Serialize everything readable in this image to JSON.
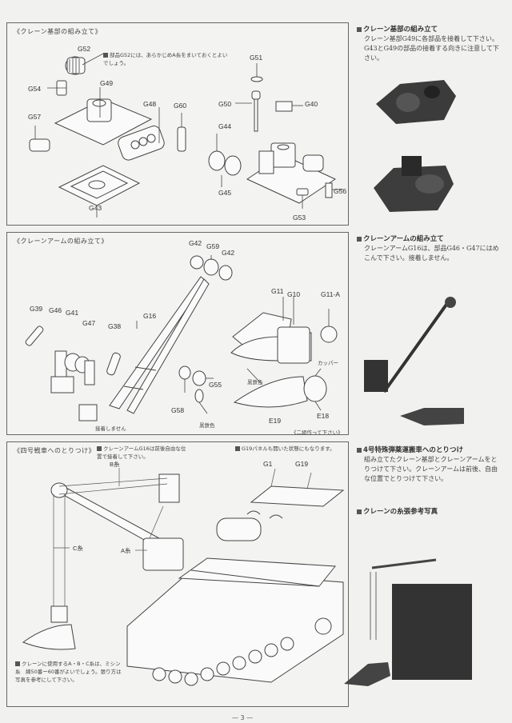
{
  "page_number": "— 3 —",
  "panels": {
    "crane_base": {
      "title": "《クレーン基部の組み立て》",
      "note": "部品G52には、あらかじめA糸をまいておくとよいでしょう。",
      "parts": [
        "G52",
        "G54",
        "G49",
        "G48",
        "G60",
        "G57",
        "G43",
        "G51",
        "G50",
        "G40",
        "G44",
        "G45",
        "G56",
        "G53"
      ]
    },
    "crane_arm": {
      "title": "《クレーンアームの組み立て》",
      "parts": [
        "G42",
        "G59",
        "G42",
        "G39",
        "G46",
        "G41",
        "G47",
        "G38",
        "G16",
        "G55",
        "G58",
        "G11",
        "G10",
        "G11-A",
        "E18",
        "E19"
      ],
      "no_glue": "接着しません",
      "color_gunmetal_1": "黒鉄色",
      "color_gunmetal_2": "黒鉄色",
      "color_copper": "カッパー",
      "make_two": "《二組作って下さい》"
    },
    "attach_to_tank": {
      "title": "《四号戦車へのとりつけ》",
      "note1": "クレーンアームG16は前後自由な位置で接着して下さい。",
      "note2": "G19パネルも開いた状態にもなります。",
      "string_labels": {
        "a": "A糸",
        "b": "B糸",
        "c": "C糸"
      },
      "parts": [
        "G1",
        "G19"
      ],
      "thread_note": "クレーンに使用するA・B・C糸は、ミシン糸　綿50番ー60番がよいでしょう。張り方は写真を参考にして下さい。"
    }
  },
  "sidebar": {
    "sections": [
      {
        "title": "クレーン基部の組み立て",
        "text": "クレーン基部G49に各部品を接着して下さい。G43とG49の部品の接着する向きに注意して下さい。"
      },
      {
        "title": "クレーンアームの組み立て",
        "text": "クレーンアームG16は、部品G46・G47にはめこんで下さい。接着しません。"
      },
      {
        "title": "4号特殊弾薬運搬車へのとりつけ",
        "text": "組み立てたクレーン基部とクレーンアームをとりつけて下さい。クレーンアームは前後、自由な位置でとりつけて下さい。"
      },
      {
        "title": "クレーンの糸張参考写真",
        "text": ""
      }
    ]
  }
}
